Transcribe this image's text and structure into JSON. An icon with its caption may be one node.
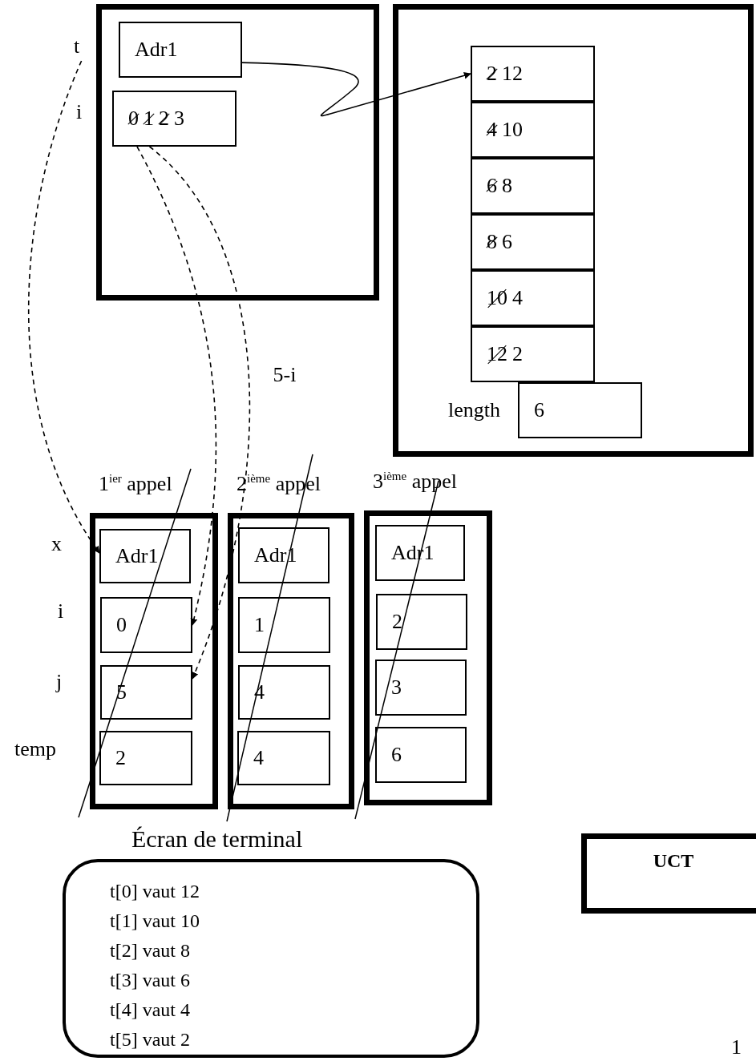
{
  "diagram": {
    "nodes": [
      {
        "text": [],
        "shape": "box"
      },
      {
        "text": [
          "Adr1"
        ],
        "in": 0
      },
      {
        "text": [
          "0 1 2 3"
        ],
        "in": 0
      },
      {
        "text": [],
        "shape": "box"
      },
      {
        "text": [
          "2 12"
        ],
        "in": 3
      },
      {
        "text": [
          "4 10"
        ],
        "in": 3
      },
      {
        "text": [
          "6 8"
        ],
        "in": 3
      },
      {
        "text": [
          "8 6"
        ],
        "in": 3
      },
      {
        "text": [
          "10 4"
        ],
        "in": 3
      },
      {
        "text": [
          "12 2"
        ],
        "in": 3
      },
      {
        "text": [
          "6"
        ],
        "in": 3,
        "beside": [
          "length"
        ]
      },
      {
        "text": [
          "t"
        ]
      },
      {
        "text": [
          "1$^{ier}$ appel"
        ]
      },
      {
        "text": [
          "Adr1"
        ],
        "in": 12
      },
      {
        "text": [
          "0"
        ],
        "in": 12
      },
      {
        "text": [
          "5"
        ],
        "in": 12
      },
      {
        "text": [
          "2"
        ],
        "in": 12
      },
      {
        "text": [
          "2$^{ième}$ appel"
        ]
      },
      {
        "text": [
          "Adr1"
        ],
        "in": 17
      },
      {
        "text": [
          "1"
        ],
        "in": 17
      },
      {
        "text": [
          "4"
        ],
        "in": 17
      },
      {
        "text": [
          "4"
        ],
        "in": 17
      },
      {
        "text": [
          "3$^{ième}$ appel"
        ]
      },
      {
        "text": [
          "Adr1"
        ],
        "in": 22
      },
      {
        "text": [
          "2"
        ],
        "in": 22
      },
      {
        "text": [
          "3"
        ],
        "in": 22
      },
      {
        "text": [
          "6"
        ],
        "in": 22
      },
      {
        "text": [
          "Écran de terminal",
          "t[0] vaut 12",
          "t[1] vaut 10",
          "t[2] vaut 8",
          "t[3] vaut 6",
          "t[4] vaut 4",
          "t[5] vaut 2"
        ]
      },
      {
        "text": [
          "UCT"
        ]
      }
    ],
    "edges": [
      {
        "from": 1,
        "to": 4,
        "arrow": "to"
      },
      {
        "from": 11,
        "to": 13,
        "arrow": "to",
        "style": "dashed"
      },
      {
        "from": 2,
        "to": 14,
        "arrow": "to",
        "style": "dashed"
      },
      {
        "from": 2,
        "to": 15,
        "arrow": "to",
        "style": "dashed",
        "label": "5-i"
      }
    ],
    "labels": [
      "i",
      "x",
      "i",
      "j",
      "temp",
      "1"
    ]
  }
}
